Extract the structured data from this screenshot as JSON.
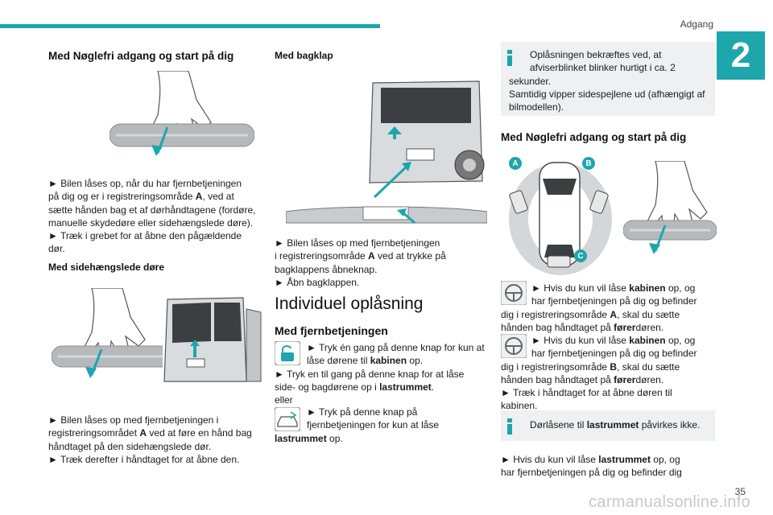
{
  "header": {
    "section_title": "Adgang",
    "chapter_number": "2",
    "page_number": "35"
  },
  "col1": {
    "heading": "Med Nøglefri adgang og start på dig",
    "para1": [
      "► Bilen låses op, når du har fjernbetjeningen",
      "på dig og er i registreringsområde ",
      "A",
      ", ved at",
      "sætte hånden bag et af dørhåndtagene (fordøre,",
      "manuelle skydedøre eller sidehængslede døre).",
      "► Træk i grebet for at åbne den pågældende",
      "dør."
    ],
    "subheading": "Med sidehængslede døre",
    "para2": [
      "► Bilen låses op med fjernbetjeningen i",
      "registreringsområdet ",
      "A",
      " ved at føre en hånd bag",
      "håndtaget på den sidehængslede dør.",
      "► Træk derefter i håndtaget for at åbne den."
    ]
  },
  "col2": {
    "subheading": "Med bagklap",
    "para1": [
      "► Bilen låses op med fjernbetjeningen",
      "i registreringsområde ",
      "A",
      " ved at trykke på",
      "bagklappens åbneknap.",
      "► Åbn bagklappen."
    ],
    "section_heading": "Individuel oplåsning",
    "sub_section": "Med fjernbetjeningen",
    "para2": [
      "► Tryk én gang på denne knap for kun at",
      "låse dørene til ",
      "kabinen",
      " op.",
      "► Tryk en til gang på denne knap for at låse",
      "side- og bagdørene op i ",
      "lastrummet",
      ".",
      "eller"
    ],
    "para3": [
      "► Tryk på denne knap på",
      "fjernbetjeningen for kun at låse",
      "lastrummet",
      " op."
    ]
  },
  "col3": {
    "info1": [
      "Oplåsningen bekræftes ved, at",
      "afviserblinket blinker hurtigt i ca. 2",
      "sekunder.",
      "Samtidig vipper sidespejlene ud (afhængigt af",
      "bilmodellen)."
    ],
    "heading": "Med Nøglefri adgang og start på dig",
    "zone_labels": [
      "A",
      "B",
      "C"
    ],
    "para1": [
      "► Hvis du kun vil låse ",
      "kabinen",
      " op, og",
      "har fjernbetjeningen på dig og befinder",
      "dig i registreringsområde ",
      "A",
      ", skal du sætte",
      "hånden bag håndtaget på ",
      "fører",
      "døren."
    ],
    "para2": [
      "► Hvis du kun vil låse ",
      "kabinen",
      " op, og",
      "har fjernbetjeningen på dig og befinder",
      "dig i registreringsområde ",
      "B",
      ", skal du sætte",
      "hånden bag håndtaget på ",
      "fører",
      "døren.",
      "► Træk i håndtaget for at åbne døren til",
      "kabinen."
    ],
    "info2": [
      "Dørlåsene til ",
      "lastrummet",
      " påvirkes ikke."
    ],
    "para3": [
      "► Hvis du kun vil låse ",
      "lastrummet",
      " op, og",
      "har fjernbetjeningen på dig og befinder dig"
    ]
  },
  "watermark": "carmanualsonline.info",
  "colors": {
    "accent": "#1da6ab",
    "info_bg": "#eef0f1",
    "text": "#1a1a1a"
  },
  "icons": [
    "hand-on-handle-icon",
    "unlock-button-icon",
    "van-unlock-button-icon",
    "steering-wheel-icon",
    "info-icon"
  ]
}
